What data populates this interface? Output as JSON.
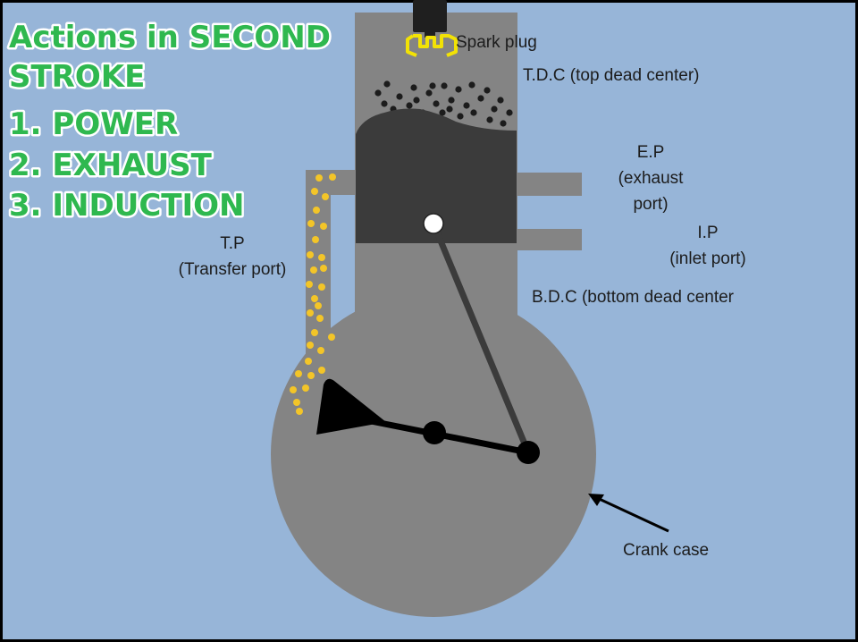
{
  "heading": {
    "line1": "Actions in SECOND",
    "line2": "STROKE"
  },
  "actions": [
    {
      "label": "1. POWER"
    },
    {
      "label": "2. EXHAUST"
    },
    {
      "label": "3. INDUCTION"
    }
  ],
  "labels": {
    "spark_plug": "Spark plug",
    "tdc": "T.D.C (top dead center)",
    "ep_line1": "E.P",
    "ep_line2": "(exhaust",
    "ep_line3": "port)",
    "ip_line1": "I.P",
    "ip_line2": "(inlet port)",
    "bdc": "B.D.C  (bottom dead center",
    "tp_line1": "T.P",
    "tp_line2": "(Transfer port)",
    "crank_case": "Crank case"
  },
  "colors": {
    "background": "#97b5d8",
    "engine_body": "#848484",
    "piston": "#3b3b3b",
    "heading_green": "#2fb84f",
    "spark_yellow": "#f2e205",
    "charge_particles": "#f3c528",
    "burnt_gas": "#1c1c1c"
  }
}
